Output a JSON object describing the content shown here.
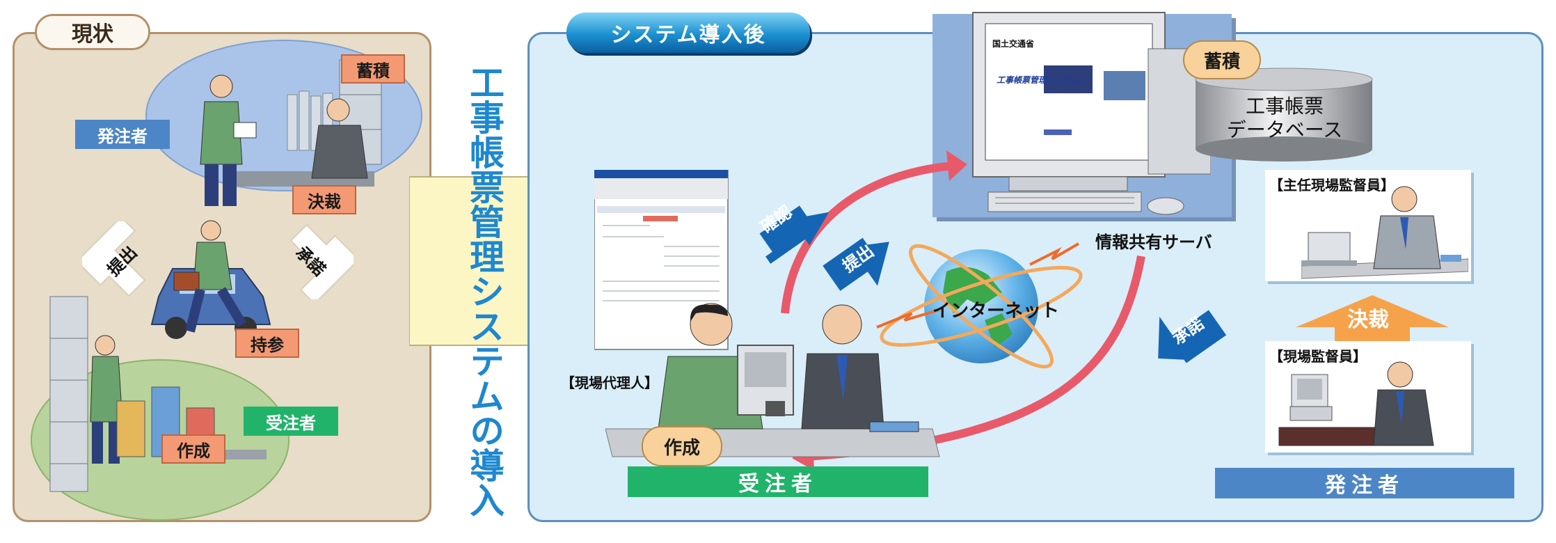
{
  "left_panel": {
    "title": "現状",
    "labels": {
      "orderer": "発注者",
      "accumulate": "蓄積",
      "approve": "決裁",
      "submit": "提出",
      "consent": "承諾",
      "carry": "持参",
      "contractor": "受注者",
      "create": "作成"
    }
  },
  "center_title": "工事帳票管理システムの導入",
  "right_panel": {
    "title": "システム導入後",
    "labels": {
      "accumulate": "蓄積",
      "database": "工事帳票\nデータベース",
      "server": "情報共有サーバ",
      "internet": "インターネット",
      "confirm": "確認",
      "submit": "提出",
      "consent": "承諾",
      "agent": "【現場代理人】",
      "create": "作成",
      "contractor": "受注者",
      "chief_supervisor": "【主任現場監督員】",
      "approve": "決裁",
      "supervisor": "【現場監督員】",
      "orderer": "発注者"
    },
    "screen": {
      "ministry": "国土交通省",
      "system_name": "工事帳票管理システム"
    }
  },
  "colors": {
    "left_bg": "#e7ddc9",
    "right_bg": "#d9eef9",
    "accent_blue": "#1e88cf",
    "arrow_blue": "#1565b5",
    "arrow_red": "#e85a6a",
    "green": "#22b36b"
  }
}
